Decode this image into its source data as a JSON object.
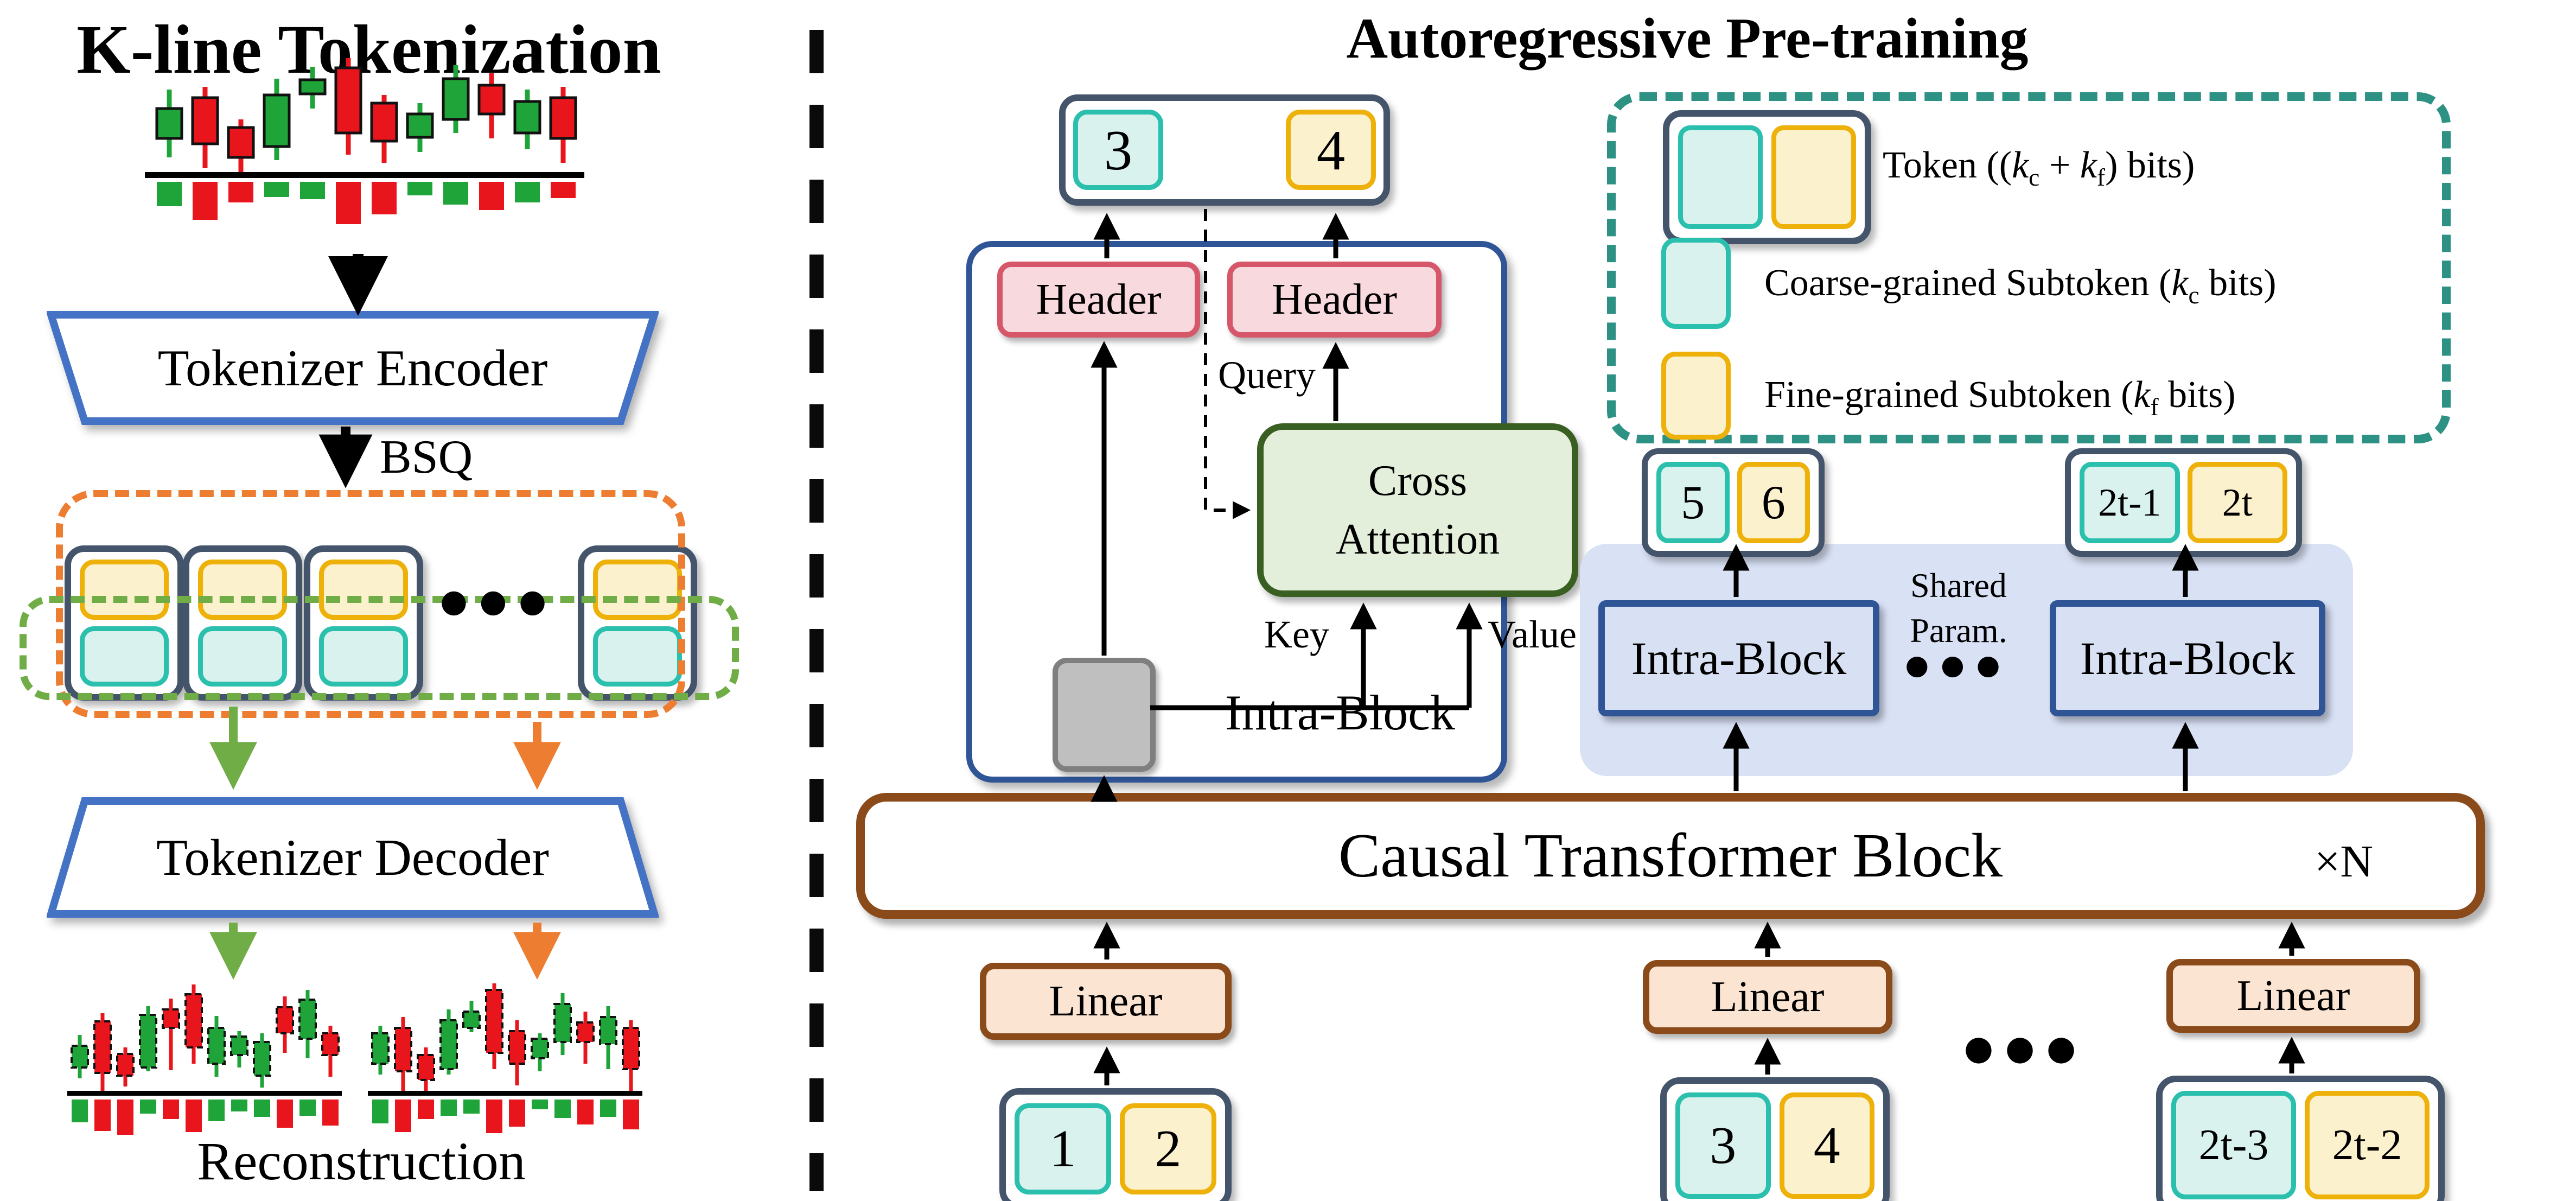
{
  "left": {
    "title": "K-line Tokenization",
    "encoder_label": "Tokenizer Encoder",
    "bsq_label": "BSQ",
    "decoder_label": "Tokenizer Decoder",
    "reconstruction_label": "Reconstruction",
    "ellipsis": "●●●"
  },
  "right": {
    "title": "Autoregressive Pre-training",
    "header_label": "Header",
    "cross_attention_label": "Cross Attention",
    "query_label": "Query",
    "key_label": "Key",
    "value_label": "Value",
    "intra_block_label": "Intra-Block",
    "shared_param_label": "Shared Param.",
    "ctb_label": "Causal Transformer Block",
    "xn_label": "×N",
    "linear_label": "Linear",
    "ellipsis": "●●●",
    "out_token": {
      "coarse": "3",
      "fine": "4"
    },
    "seq_token_1": {
      "coarse": "5",
      "fine": "6"
    },
    "seq_token_2": {
      "coarse": "2t-1",
      "fine": "2t"
    },
    "in_token_1": {
      "coarse": "1",
      "fine": "2"
    },
    "in_token_2": {
      "coarse": "3",
      "fine": "4"
    },
    "in_token_3": {
      "coarse": "2t-3",
      "fine": "2t-2"
    }
  },
  "legend": {
    "token_label": "Token ((k_c + k_f) bits)",
    "coarse_label": "Coarse-grained Subtoken (k_c bits)",
    "fine_label": "Fine-grained Subtoken (k_f bits)"
  },
  "colors": {
    "candle_green": "#1FA43A",
    "candle_red": "#E9151D",
    "teal_border": "#2BBFAD",
    "yellow_border": "#EDB10A",
    "navy_outline": "#44546A",
    "orange_dash": "#ED7D31",
    "green_dash": "#70AD47",
    "legend_dash": "#2D9184",
    "trapezoid_blue": "#4472C4",
    "brown": "#8B4A19",
    "blue_box": "#2F5597"
  },
  "charts": {
    "kline_input": {
      "type": "candlestick",
      "candles": [
        {
          "dir": "up",
          "wick": [
            60,
            185
          ],
          "body": [
            95,
            150
          ],
          "vol": 45
        },
        {
          "dir": "down",
          "wick": [
            55,
            205
          ],
          "body": [
            75,
            160
          ],
          "vol": 70
        },
        {
          "dir": "down",
          "wick": [
            115,
            212
          ],
          "body": [
            130,
            185
          ],
          "vol": 38
        },
        {
          "dir": "up",
          "wick": [
            40,
            190
          ],
          "body": [
            70,
            165
          ],
          "vol": 28
        },
        {
          "dir": "up",
          "wick": [
            18,
            95
          ],
          "body": [
            42,
            68
          ],
          "vol": 32
        },
        {
          "dir": "down",
          "wick": [
            2,
            180
          ],
          "body": [
            20,
            140
          ],
          "vol": 78
        },
        {
          "dir": "down",
          "wick": [
            70,
            195
          ],
          "body": [
            85,
            155
          ],
          "vol": 60
        },
        {
          "dir": "up",
          "wick": [
            85,
            175
          ],
          "body": [
            105,
            148
          ],
          "vol": 25
        },
        {
          "dir": "up",
          "wick": [
            15,
            140
          ],
          "body": [
            40,
            115
          ],
          "vol": 42
        },
        {
          "dir": "down",
          "wick": [
            30,
            150
          ],
          "body": [
            52,
            105
          ],
          "vol": 52
        },
        {
          "dir": "up",
          "wick": [
            60,
            170
          ],
          "body": [
            82,
            140
          ],
          "vol": 38
        },
        {
          "dir": "down",
          "wick": [
            55,
            195
          ],
          "body": [
            75,
            150
          ],
          "vol": 30
        }
      ]
    },
    "reconstruction_left": {
      "type": "candlestick",
      "candles": [
        {
          "dir": "up",
          "wick": [
            95,
            175
          ],
          "body": [
            115,
            155
          ],
          "vol": 42
        },
        {
          "dir": "down",
          "wick": [
            55,
            200
          ],
          "body": [
            70,
            165
          ],
          "vol": 58
        },
        {
          "dir": "down",
          "wick": [
            118,
            190
          ],
          "body": [
            130,
            170
          ],
          "vol": 65
        },
        {
          "dir": "up",
          "wick": [
            42,
            162
          ],
          "body": [
            58,
            155
          ],
          "vol": 26
        },
        {
          "dir": "down",
          "wick": [
            28,
            160
          ],
          "body": [
            48,
            82
          ],
          "vol": 36
        },
        {
          "dir": "down",
          "wick": [
            2,
            148
          ],
          "body": [
            20,
            118
          ],
          "vol": 60
        },
        {
          "dir": "up",
          "wick": [
            60,
            172
          ],
          "body": [
            82,
            148
          ],
          "vol": 40
        },
        {
          "dir": "up",
          "wick": [
            88,
            155
          ],
          "body": [
            98,
            132
          ],
          "vol": 22
        },
        {
          "dir": "up",
          "wick": [
            92,
            192
          ],
          "body": [
            108,
            170
          ],
          "vol": 32
        },
        {
          "dir": "down",
          "wick": [
            24,
            128
          ],
          "body": [
            44,
            92
          ],
          "vol": 52
        },
        {
          "dir": "up",
          "wick": [
            12,
            138
          ],
          "body": [
            30,
            102
          ],
          "vol": 30
        },
        {
          "dir": "down",
          "wick": [
            78,
            172
          ],
          "body": [
            92,
            132
          ],
          "vol": 48
        }
      ]
    },
    "reconstruction_right": {
      "type": "candlestick",
      "candles": [
        {
          "dir": "up",
          "wick": [
            78,
            168
          ],
          "body": [
            92,
            148
          ],
          "vol": 44
        },
        {
          "dir": "down",
          "wick": [
            62,
            205
          ],
          "body": [
            82,
            162
          ],
          "vol": 60
        },
        {
          "dir": "down",
          "wick": [
            118,
            198
          ],
          "body": [
            132,
            178
          ],
          "vol": 36
        },
        {
          "dir": "up",
          "wick": [
            48,
            168
          ],
          "body": [
            68,
            158
          ],
          "vol": 30
        },
        {
          "dir": "up",
          "wick": [
            32,
            90
          ],
          "body": [
            52,
            82
          ],
          "vol": 26
        },
        {
          "dir": "down",
          "wick": [
            0,
            158
          ],
          "body": [
            12,
            128
          ],
          "vol": 62
        },
        {
          "dir": "down",
          "wick": [
            68,
            188
          ],
          "body": [
            88,
            148
          ],
          "vol": 50
        },
        {
          "dir": "up",
          "wick": [
            92,
            162
          ],
          "body": [
            102,
            138
          ],
          "vol": 18
        },
        {
          "dir": "up",
          "wick": [
            18,
            132
          ],
          "body": [
            38,
            108
          ],
          "vol": 34
        },
        {
          "dir": "down",
          "wick": [
            52,
            148
          ],
          "body": [
            72,
            108
          ],
          "vol": 46
        },
        {
          "dir": "up",
          "wick": [
            42,
            158
          ],
          "body": [
            62,
            112
          ],
          "vol": 32
        },
        {
          "dir": "down",
          "wick": [
            68,
            198
          ],
          "body": [
            82,
            158
          ],
          "vol": 55
        }
      ]
    }
  }
}
